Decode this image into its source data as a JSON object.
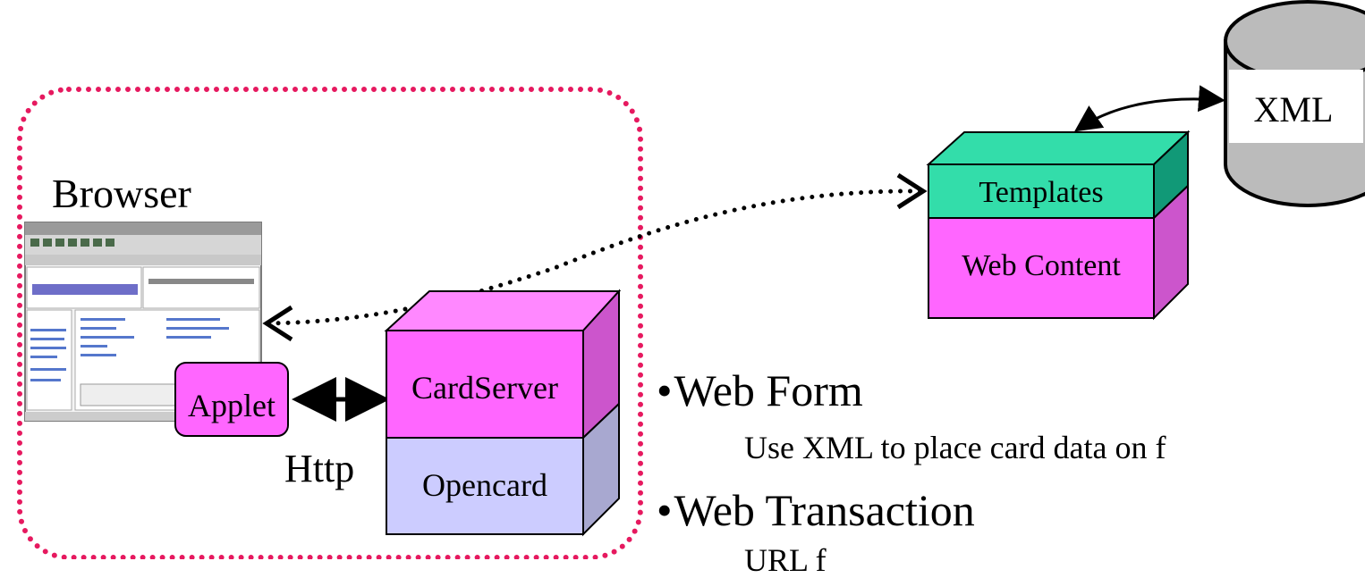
{
  "diagram": {
    "browser_label": "Browser",
    "applet_label": "Applet",
    "http_label": "Http",
    "cardserver_label": "CardServer",
    "opencard_label": "Opencard",
    "templates_label": "Templates",
    "webcontent_label": "Web Content",
    "xml_label": "XML"
  },
  "bullets": [
    {
      "marker": "•",
      "title": "Web Form",
      "detail": "Use XML to place card data on f"
    },
    {
      "marker": "•",
      "title": "Web Transaction",
      "detail": "URL f"
    }
  ],
  "colors": {
    "magenta": "#ff66ff",
    "magenta_dark": "#cc55cc",
    "magenta_light": "#ff88ff",
    "lavender": "#ccccff",
    "lavender_dark": "#a8a8d0",
    "teal": "#33ddaa",
    "teal_dark": "#119977",
    "gray_db": "#bbbbbb",
    "dotted_border": "#e6195f"
  }
}
